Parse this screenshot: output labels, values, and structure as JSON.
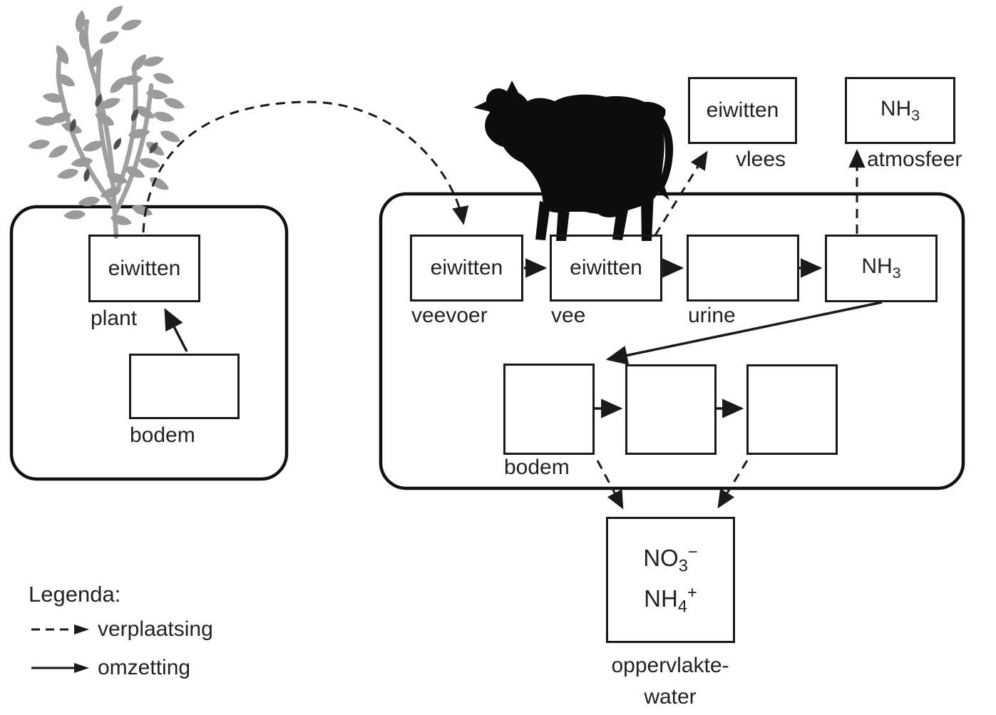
{
  "palette": {
    "line": "#1a1a1a",
    "text": "#222222",
    "plant_gray": "#9b9b9b",
    "plant_dark": "#4f4f4f",
    "background": "#ffffff"
  },
  "illustrations": {
    "plant": "plant-sprig",
    "cow": "cow-silhouette"
  },
  "plant_compartment": {
    "protein_box": "eiwitten",
    "plant_label": "plant",
    "soil_label": "bodem"
  },
  "livestock_compartment": {
    "feed_box": "eiwitten",
    "feed_label": "veevoer",
    "cattle_box": "eiwitten",
    "cattle_label": "vee",
    "urine_label": "urine",
    "ammonia_box": {
      "base": "NH",
      "sub": "3"
    },
    "soil_label": "bodem"
  },
  "meat": {
    "box": "eiwitten",
    "label": "vlees"
  },
  "atmosphere": {
    "box": {
      "base": "NH",
      "sub": "3"
    },
    "label": "atmosfeer"
  },
  "surface_water": {
    "nitrate": {
      "base": "NO",
      "sub": "3",
      "sup": "−"
    },
    "ammonium": {
      "base": "NH",
      "sub": "4",
      "sup": "+"
    },
    "label_line1": "oppervlakte-",
    "label_line2": "water"
  },
  "legend": {
    "title": "Legenda:",
    "items": [
      {
        "arrow": "dashed",
        "label": "verplaatsing"
      },
      {
        "arrow": "solid",
        "label": "omzetting"
      }
    ]
  },
  "flows": [
    {
      "from": "bodem (plant)",
      "to": "eiwitten (plant)",
      "type": "omzetting"
    },
    {
      "from": "eiwitten (plant)",
      "to": "eiwitten (veevoer)",
      "type": "verplaatsing"
    },
    {
      "from": "eiwitten (veevoer)",
      "to": "eiwitten (vee)",
      "type": "omzetting"
    },
    {
      "from": "eiwitten (vee)",
      "to": "urine",
      "type": "omzetting"
    },
    {
      "from": "urine",
      "to": "NH3",
      "type": "omzetting"
    },
    {
      "from": "eiwitten (vee)",
      "to": "eiwitten (vlees)",
      "type": "verplaatsing"
    },
    {
      "from": "NH3",
      "to": "NH3 (atmosfeer)",
      "type": "verplaatsing"
    },
    {
      "from": "NH3",
      "to": "bodem",
      "type": "omzetting"
    },
    {
      "from": "bodem box 1",
      "to": "bodem box 2",
      "type": "omzetting"
    },
    {
      "from": "bodem box 2",
      "to": "bodem box 3",
      "type": "omzetting"
    },
    {
      "from": "bodem",
      "to": "oppervlaktewater (NO3-)",
      "type": "verplaatsing"
    },
    {
      "from": "bodem",
      "to": "oppervlaktewater (NH4+)",
      "type": "verplaatsing"
    }
  ]
}
